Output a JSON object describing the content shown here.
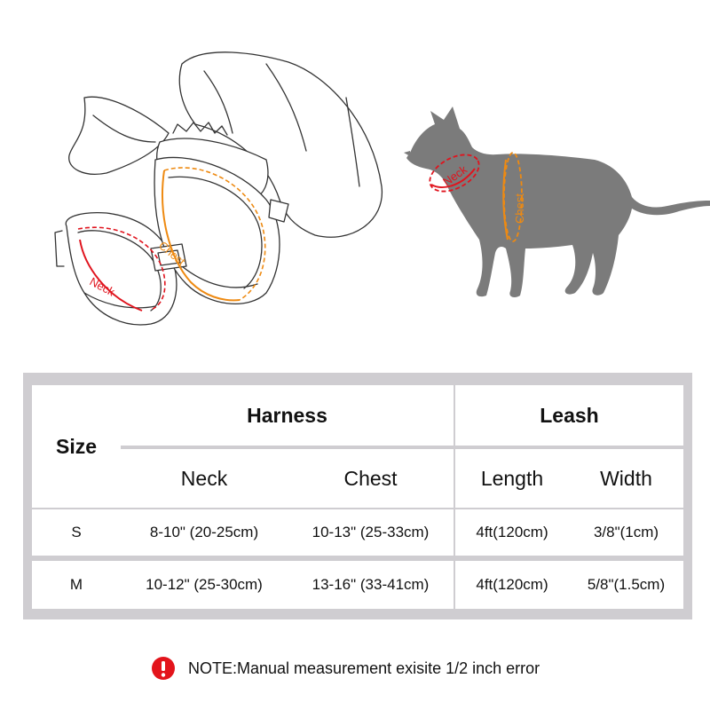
{
  "diagram": {
    "harness_labels": {
      "neck": "Neck",
      "chest": "Chest"
    },
    "cat_labels": {
      "neck": "Neck",
      "chest": "Chest"
    },
    "colors": {
      "neck": "#e0141e",
      "chest": "#ee8a12",
      "cat": "#7b7b7b"
    }
  },
  "table": {
    "size_header": "Size",
    "group_harness": "Harness",
    "group_leash": "Leash",
    "sub_neck": "Neck",
    "sub_chest": "Chest",
    "sub_length": "Length",
    "sub_width": "Width",
    "rows": [
      {
        "size": "S",
        "neck": "8-10\" (20-25cm)",
        "chest": "10-13\" (25-33cm)",
        "length": "4ft(120cm)",
        "width": "3/8\"(1cm)"
      },
      {
        "size": "M",
        "neck": "10-12\" (25-30cm)",
        "chest": "13-16\" (33-41cm)",
        "length": "4ft(120cm)",
        "width": "5/8\"(1.5cm)"
      }
    ],
    "colors": {
      "border": "#cfcdd1",
      "cell": "#ffffff"
    }
  },
  "note": {
    "icon": "exclamation-icon",
    "text": "NOTE:Manual measurement exisite 1/2 inch error",
    "icon_color": "#e3141b"
  }
}
